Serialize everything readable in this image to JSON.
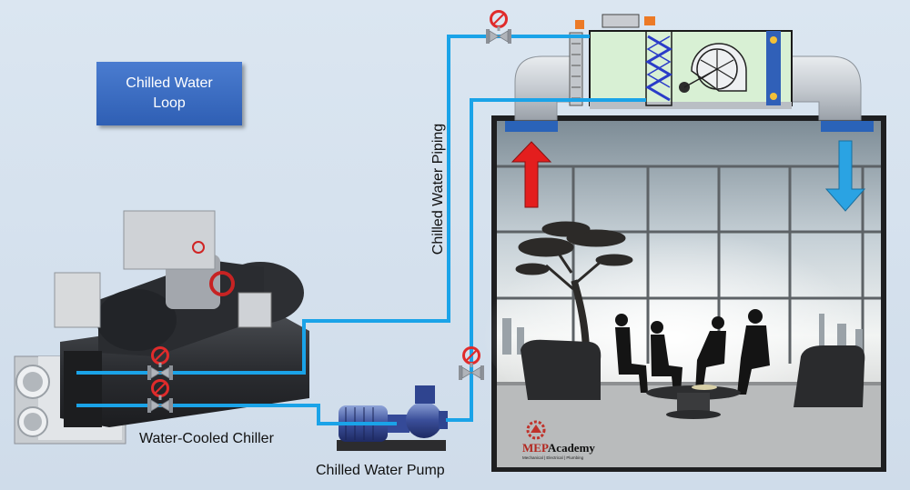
{
  "loop_box": {
    "title": "Chilled Water Loop"
  },
  "labels": {
    "piping": "Chilled Water Piping",
    "chiller": "Water-Cooled Chiller",
    "pump": "Chilled Water Pump"
  },
  "logo": {
    "name_part1": "MEP",
    "name_part2": "Academy",
    "tagline": "Mechanical | Electrical | Plumbing"
  },
  "colors": {
    "pipe": "#1aa3e8",
    "valve": "#e02b2b",
    "supply_arrow": "#e41e1e",
    "return_arrow": "#2aa3e3",
    "title_box": "#3366bb"
  },
  "icons": [
    "gate-valve-icon",
    "pump-icon",
    "fan-icon",
    "chiller-icon",
    "arrow-up-icon",
    "arrow-down-icon",
    "tree-icon"
  ]
}
